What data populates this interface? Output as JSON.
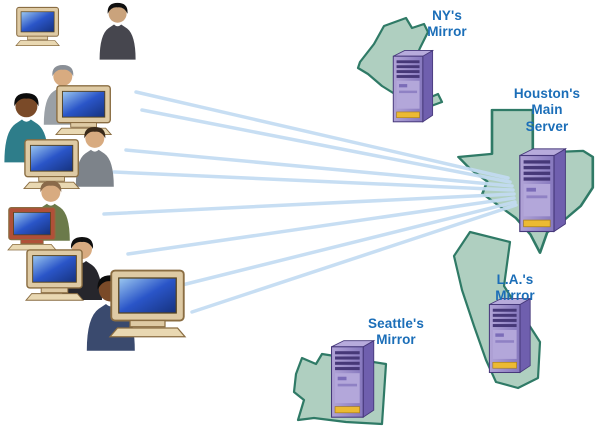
{
  "diagram": {
    "nodes": {
      "users": {
        "name": "client-users-cluster",
        "user_computers": 6,
        "user_people": 7
      },
      "houston": {
        "label": "Houston's\nMain\nServer"
      },
      "ny": {
        "label": "NY's\nMirror"
      },
      "la": {
        "label": "L.A.'s\nMirror"
      },
      "seattle": {
        "label": "Seattle's\nMirror"
      }
    },
    "connections": [
      {
        "from": "users",
        "to": "houston",
        "lines": 8
      }
    ],
    "colors": {
      "label_text": "#1b6eb8",
      "state_fill": "#afcfc0",
      "state_stroke": "#2f7a66",
      "server_front": "#9c8fc8",
      "server_side": "#6f5fae",
      "server_vent": "#463878",
      "server_accent_yellow": "#ecba32",
      "connection_line": "#c3dcf2",
      "background": "#ffffff"
    }
  }
}
